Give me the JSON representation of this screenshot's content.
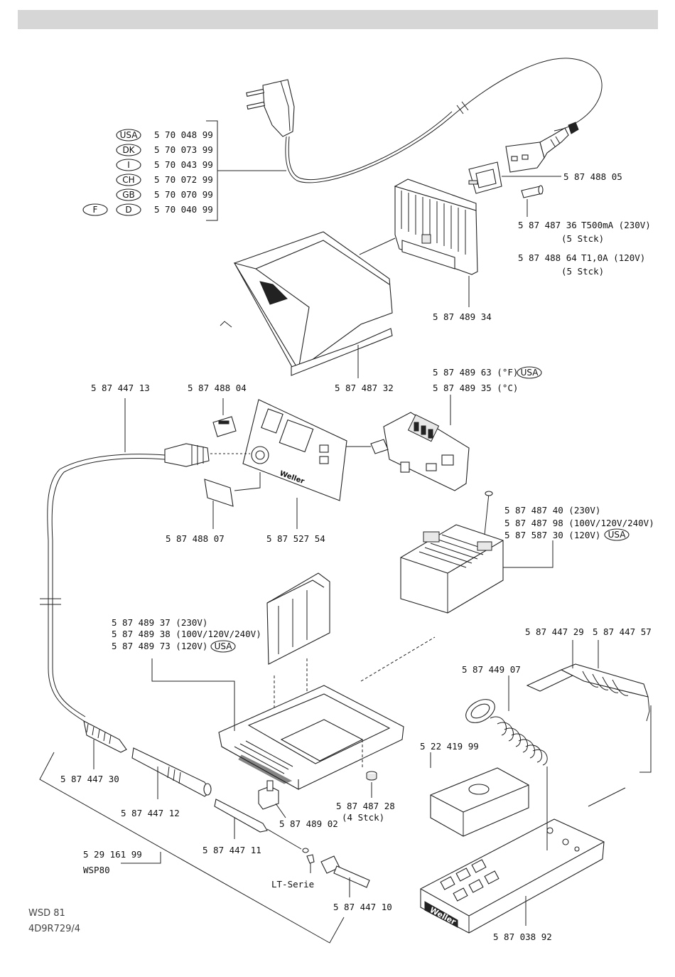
{
  "mains_cables": [
    {
      "country": "USA",
      "part": "5 70 048 99"
    },
    {
      "country": "DK",
      "part": "5 70 073 99"
    },
    {
      "country": "I",
      "part": "5 70 043 99"
    },
    {
      "country": "CH",
      "part": "5 70 072 99"
    },
    {
      "country": "GB",
      "part": "5 70 070 99"
    },
    {
      "country": "F",
      "country2": "D",
      "part": "5 70 040 99"
    }
  ],
  "labels": {
    "socket": "5 87 488 05",
    "fuse_230_part": "5 87 487 36",
    "fuse_230_spec": "T500mA  (230V)",
    "fuse_230_qty": "(5  Stck)",
    "fuse_120_part": "5 87 488 64",
    "fuse_120_spec": "T1,0A  (120V)",
    "fuse_120_qty": "(5  Stck)",
    "heatsink": "5 87 489 34",
    "cover": "5 87 487 32",
    "pcb_f": "5 87 489 63  (°F)",
    "pcb_c": "5 87 489 35  (°C)",
    "usa": "USA",
    "iron_cable": "5 87 447 13",
    "switch": "5 87 488 04",
    "cap": "5 87 488 07",
    "front_panel": "5 87 527 54",
    "trafo_1": "5 87 487 40  (230V)",
    "trafo_2": "5 87 487 98  (100V/120V/240V)",
    "trafo_3": "5 87 587 30  (120V)",
    "base_1": "5 87 489 37  (230V)",
    "base_2": "5 87 489 38  (100V/120V/240V)",
    "base_3": "5 87 489 73  (120V)",
    "holder_a": "5 87 447 29",
    "holder_b": "5 87 447 57",
    "spiral": "5 87 449 07",
    "sponge": "5 22 419 99",
    "feet": "5 87 487 28",
    "feet_qty": "(4  Stck)",
    "grip": "5 87 447 30",
    "handle": "5 87 447 12",
    "heater": "5 87 447 11",
    "bracket": "5 87 489 02",
    "iron_set": "5 29 161  99",
    "iron_model": "WSP80",
    "tip_series": "LT-Serie",
    "tip_nut": "5 87 447 10",
    "stand": "5 87 038 92",
    "brand": "Weller"
  },
  "footer": {
    "model": "WSD 81",
    "code": "4D9R729/4"
  }
}
